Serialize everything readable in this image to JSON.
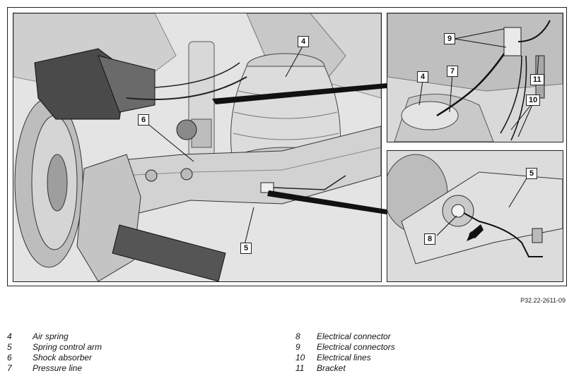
{
  "figure": {
    "reference": "P32.22-2611-09",
    "callouts": {
      "main": [
        "4",
        "6",
        "5"
      ],
      "top_right": [
        "9",
        "7",
        "4",
        "11",
        "10"
      ],
      "bottom_right": [
        "5",
        "8"
      ]
    }
  },
  "legend": {
    "left": [
      {
        "num": "4",
        "label": "Air spring"
      },
      {
        "num": "5",
        "label": "Spring control arm"
      },
      {
        "num": "6",
        "label": "Shock absorber"
      },
      {
        "num": "7",
        "label": "Pressure line"
      }
    ],
    "right": [
      {
        "num": "8",
        "label": "Electrical connector"
      },
      {
        "num": "9",
        "label": "Electrical connectors"
      },
      {
        "num": "10",
        "label": "Electrical lines"
      },
      {
        "num": "11",
        "label": "Bracket"
      }
    ]
  }
}
